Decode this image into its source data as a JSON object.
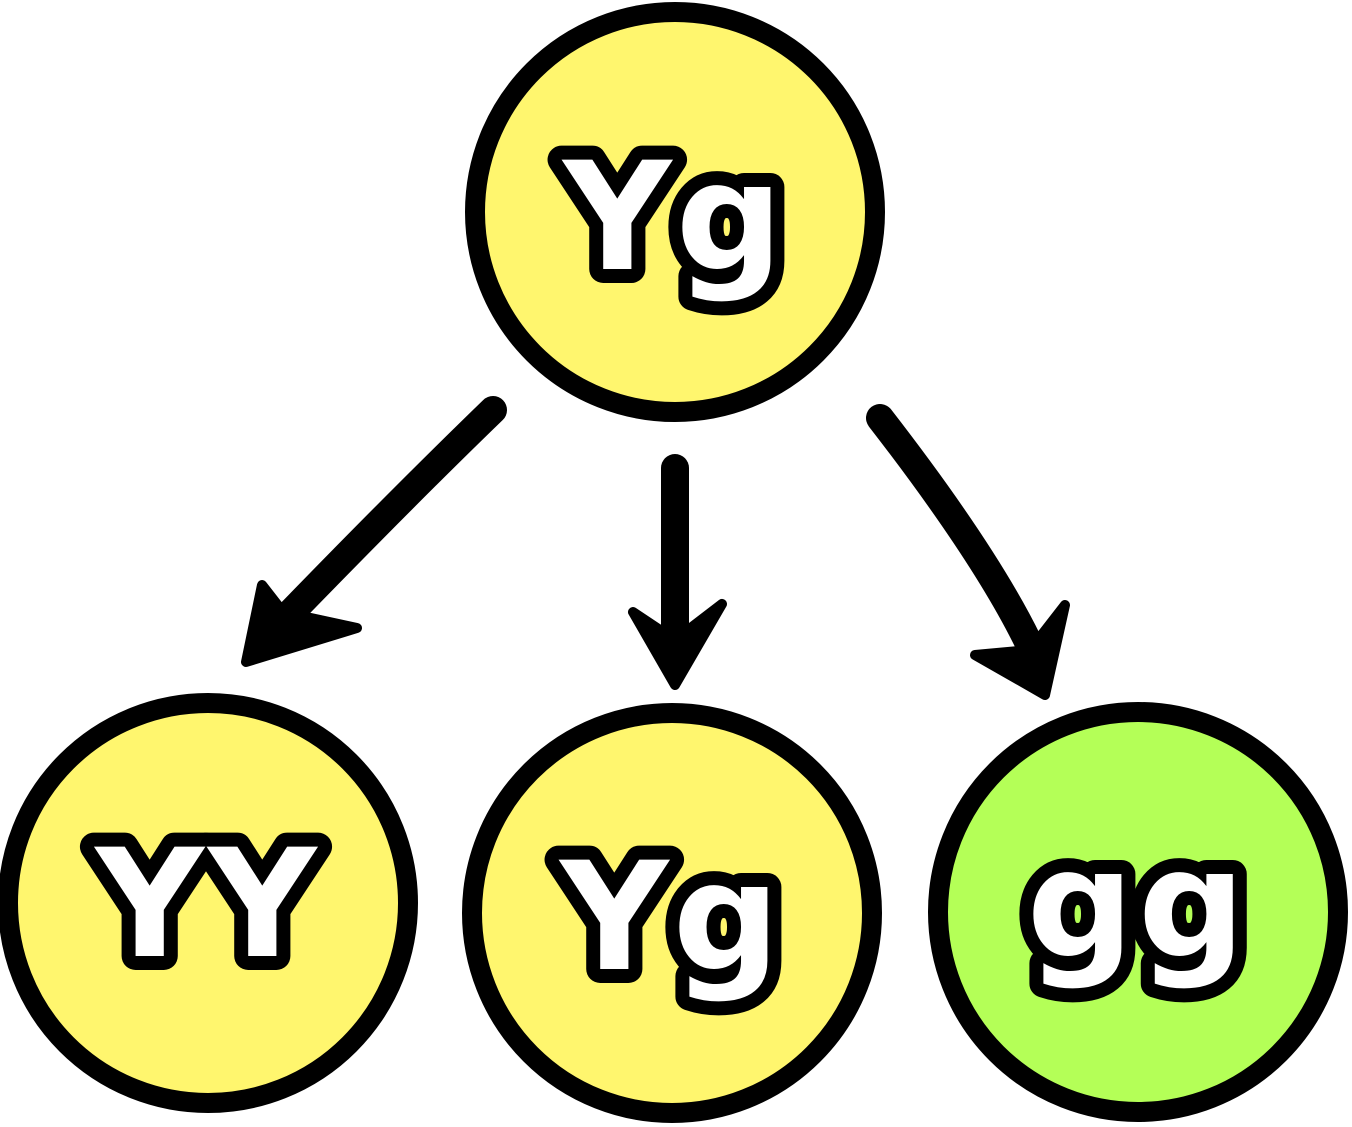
{
  "nodes": {
    "parent": {
      "label": "Yg",
      "color": "#fff66e"
    },
    "child_left": {
      "label": "YY",
      "color": "#fff66e"
    },
    "child_middle": {
      "label": "Yg",
      "color": "#fff66e"
    },
    "child_right": {
      "label": "gg",
      "color": "#b4ff57"
    }
  },
  "colors": {
    "outline": "#000000",
    "letter_fill": "#ffffff",
    "background": "#ffffff"
  }
}
